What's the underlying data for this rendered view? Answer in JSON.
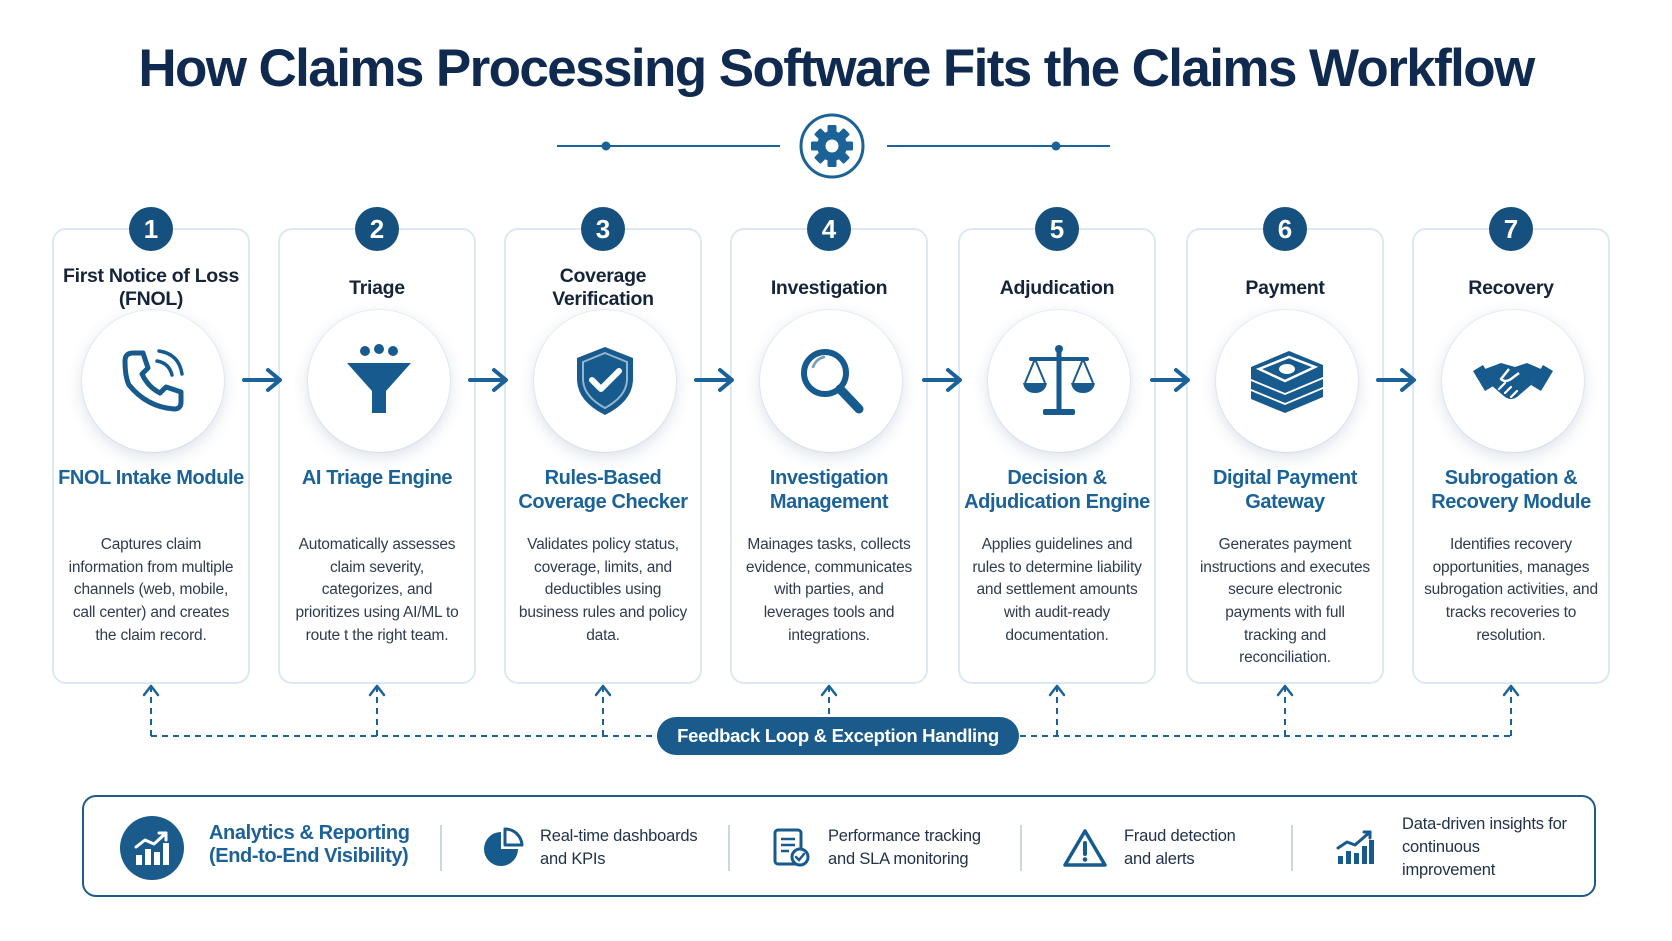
{
  "title": "How Claims Processing Software Fits the Claims Workflow",
  "colors": {
    "navy": "#0f2a4e",
    "accent": "#1b6298",
    "badge": "#15507f",
    "border": "#dde8f3"
  },
  "steps": [
    {
      "number": "1",
      "title": "First Notice of Loss (FNOL)",
      "icon": "phone-icon",
      "module": "FNOL Intake Module",
      "description": "Captures claim information from multiple channels (web, mobile, call center) and creates the claim record."
    },
    {
      "number": "2",
      "title": "Triage",
      "icon": "funnel-icon",
      "module": "AI Triage Engine",
      "description": "Automatically assesses claim severity, categorizes, and prioritizes using AI/ML to route t the right team."
    },
    {
      "number": "3",
      "title": "Coverage Verification",
      "icon": "shield-check-icon",
      "module": "Rules-Based Coverage Checker",
      "description": "Validates policy status, coverage, limits, and deductibles using business rules and policy data."
    },
    {
      "number": "4",
      "title": "Investigation",
      "icon": "magnifier-icon",
      "module": "Investigation Management",
      "description": "Mainages tasks, collects evidence, communicates with parties, and leverages tools and integrations."
    },
    {
      "number": "5",
      "title": "Adjudication",
      "icon": "scales-icon",
      "module": "Decision & Adjudication Engine",
      "description": "Applies guidelines and rules to determine liability and settlement amounts with audit-ready documentation."
    },
    {
      "number": "6",
      "title": "Payment",
      "icon": "money-stack-icon",
      "module": "Digital Payment Gateway",
      "description": "Generates payment instructions and executes secure electronic payments with full tracking and reconciliation."
    },
    {
      "number": "7",
      "title": "Recovery",
      "icon": "handshake-icon",
      "module": "Subrogation & Recovery Module",
      "description": "Identifies recovery opportunities, manages subrogation activities, and tracks recoveries to resolution."
    }
  ],
  "feedback": {
    "label": "Feedback Loop & Exception Handling"
  },
  "analytics": {
    "title": "Analytics & Reporting (End-to-End Visibility)",
    "items": [
      {
        "icon": "pie-chart-icon",
        "text": "Real-time dashboards and KPIs"
      },
      {
        "icon": "document-check-icon",
        "text": "Performance tracking and SLA monitoring"
      },
      {
        "icon": "warning-triangle-icon",
        "text": "Fraud detection and alerts"
      },
      {
        "icon": "trend-chart-icon",
        "text": "Data-driven insights for continuous improvement"
      }
    ]
  }
}
